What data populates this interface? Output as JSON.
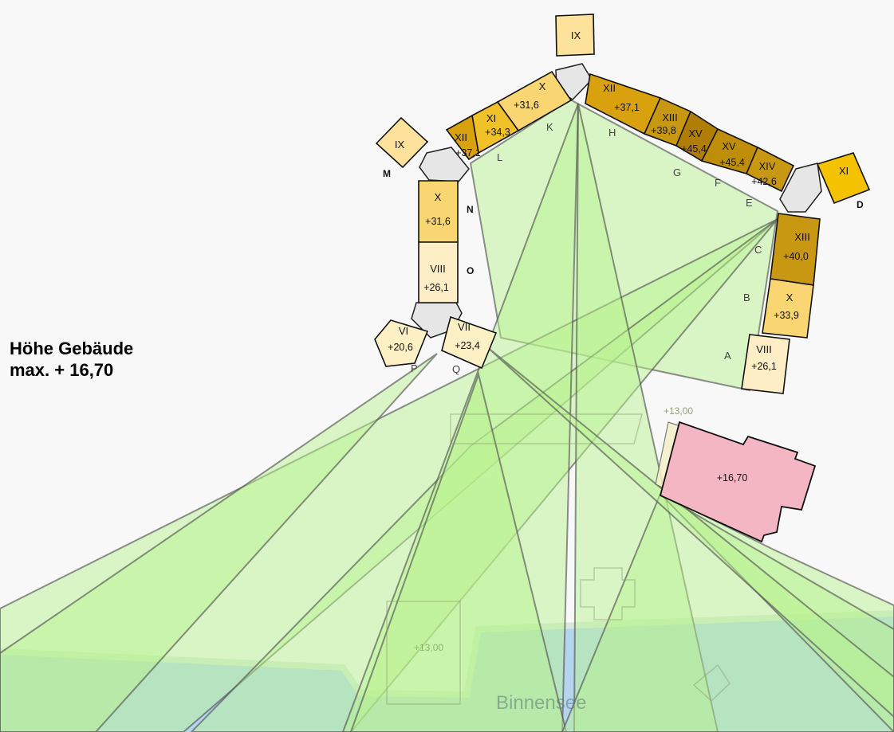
{
  "legend": {
    "title": "Höhe Gebäude",
    "subtitle": "max. + 16,70"
  },
  "colors": {
    "ground": "#f7f8f7",
    "water": "#a9cfec",
    "water_edge": "#d6e9d8",
    "sight_fill": "#b8f28e",
    "sight_line": "#555555",
    "node_grey": "#e6e6e6",
    "new_building": "#f3b6c2",
    "storey": {
      "VI": "#fdf0c4",
      "VII": "#fdf0c4",
      "VIII": "#fdeec6",
      "IX": "#fce29a",
      "X": "#fad672",
      "XI": "#f1c12a",
      "XII": "#d9a10e",
      "XIII": "#c89813",
      "XIV": "#bf8e09",
      "XV": "#b07e05"
    }
  },
  "blocks": [
    {
      "id": "IX-top",
      "storeys": "IX",
      "height": ""
    },
    {
      "id": "X-k",
      "storeys": "X",
      "height": "+31,6"
    },
    {
      "id": "XI-l",
      "storeys": "XI",
      "height": "+34,3"
    },
    {
      "id": "XII-l",
      "storeys": "XII",
      "height": "+37,1"
    },
    {
      "id": "IX-m",
      "storeys": "IX",
      "height": ""
    },
    {
      "id": "X-n",
      "storeys": "X",
      "height": "+31,6"
    },
    {
      "id": "VIII-o",
      "storeys": "VIII",
      "height": "+26,1"
    },
    {
      "id": "VI-p",
      "storeys": "VI",
      "height": "+20,6"
    },
    {
      "id": "VII-q",
      "storeys": "VII",
      "height": "+23,4"
    },
    {
      "id": "XII-h",
      "storeys": "XII",
      "height": "+37,1"
    },
    {
      "id": "XIII-g",
      "storeys": "XIII",
      "height": "+39,8"
    },
    {
      "id": "XV-g",
      "storeys": "XV",
      "height": "+45,4"
    },
    {
      "id": "XV-f",
      "storeys": "XV",
      "height": "+45,4"
    },
    {
      "id": "XIV-e",
      "storeys": "XIV",
      "height": "+42,6"
    },
    {
      "id": "XI-d",
      "storeys": "XI",
      "height": ""
    },
    {
      "id": "XIII-c",
      "storeys": "XIII",
      "height": "+40,0"
    },
    {
      "id": "X-b",
      "storeys": "X",
      "height": "+33,9"
    },
    {
      "id": "VIII-a",
      "storeys": "VIII",
      "height": "+26,1"
    }
  ],
  "new_building": {
    "height": "+16,70"
  },
  "faint_labels": {
    "height_1300_a": "+13,00",
    "height_1300_b": "+13,00",
    "water_name": "Binnensee"
  },
  "edge_letters": {
    "A": "A",
    "B": "B",
    "C": "C",
    "D": "D",
    "E": "E",
    "F": "F",
    "G": "G",
    "H": "H",
    "K": "K",
    "L": "L",
    "M": "M",
    "N": "N",
    "O": "O",
    "P": "P",
    "Q": "Q"
  }
}
